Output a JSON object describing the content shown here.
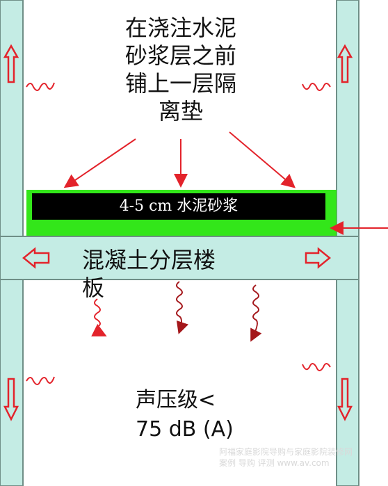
{
  "top_note": "在浇注水泥砂浆层之前铺上一层隔离垫",
  "top_note_lines": [
    "在浇注水泥",
    "砂浆层之前",
    "铺上一层隔",
    "离垫"
  ],
  "mortar_label": "4-5 cm 水泥砂浆",
  "slab_label_lines": [
    "混凝土分层楼",
    "板"
  ],
  "spl_lines": [
    "声压级<",
    "75 dB (A)"
  ],
  "watermark_lines": [
    "阿福家庭影院导购与家庭影院装修网",
    "案例 导购 评测 www.av.com"
  ],
  "colors": {
    "wall": "#c4ece4",
    "wall_border": "#6f8f87",
    "slab": "#c4ece4",
    "mortar": "#000000",
    "isolation_pad": "#33e61a",
    "arrow": "#e3232b",
    "dark_arrow": "#a4171b"
  },
  "icons": {
    "vibration_arrow": "wavy-arrow-icon",
    "vertical_arrow": "hollow-arrow-icon",
    "pointer_arrow": "red-pointer-arrow-icon"
  }
}
